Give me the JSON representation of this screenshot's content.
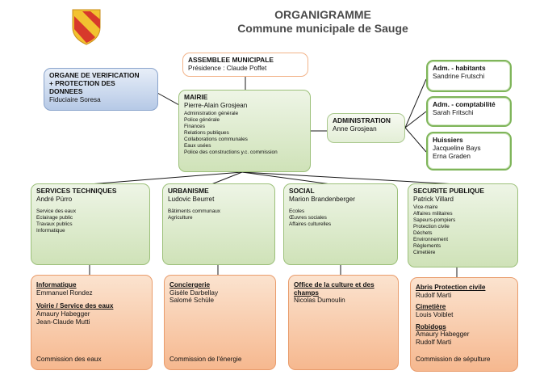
{
  "title": "ORGANIGRAMME",
  "subtitle": "Commune municipale de Sauge",
  "assemblee": {
    "title": "ASSEMBLEE MUNICIPALE",
    "sub": "Présidence : Claude Poffet"
  },
  "organe": {
    "title_lines": [
      "ORGANE DE VERIFICATION",
      "+ PROTECTION DES",
      "DONNEES"
    ],
    "sub": "Fiduciaire Soresa"
  },
  "mairie": {
    "title": "MAIRIE",
    "person": "Pierre-Alain Grosjean",
    "items": [
      "Administration générale",
      "Police générale",
      "Finances",
      "Relations publiques",
      "Collaborations communales",
      "Eaux usées",
      "Police des constructions y.c. commission"
    ]
  },
  "administration": {
    "title": "ADMINISTRATION",
    "person": "Anne Grosjean"
  },
  "admin_boxes": [
    {
      "title": "Adm. - habitants",
      "people": [
        "Sandrine Frutschi"
      ]
    },
    {
      "title": "Adm. - comptabilité",
      "people": [
        "Sarah Fritschi"
      ]
    },
    {
      "title": "Huissiers",
      "people": [
        "Jacqueline Bays",
        "Erna Graden"
      ]
    }
  ],
  "departments": [
    {
      "title": "SERVICES TECHNIQUES",
      "person": "André Pürro",
      "items": [
        "Service des eaux",
        "Eclairage public",
        "Travaux publics",
        "Informatique"
      ]
    },
    {
      "title": "URBANISME",
      "person": "Ludovic Beurret",
      "items": [
        "Bâtiments communaux",
        "Agriculture"
      ]
    },
    {
      "title": "SOCIAL",
      "person": "Marion Brandenberger",
      "items": [
        "Ecoles",
        "Œuvres sociales",
        "Affaires culturelles"
      ]
    },
    {
      "title": "SECURITE PUBLIQUE",
      "person": "Patrick Villard",
      "items": [
        "Vice-maire",
        "Affaires militaires",
        "Sapeurs-pompiers",
        "Protection civile",
        "Déchets",
        "Environnement",
        "Règlements",
        "Cimetière"
      ]
    }
  ],
  "sub_boxes": [
    {
      "groups": [
        {
          "heading": "Informatique",
          "people": [
            "Emmanuel Rondez"
          ]
        },
        {
          "heading": "Voirie / Service des eaux",
          "people": [
            "Amaury Habegger",
            "Jean-Claude Mutti"
          ]
        }
      ],
      "footer": "Commission des eaux"
    },
    {
      "groups": [
        {
          "heading": "Conciergerie",
          "people": [
            "Gisèle Darbellay",
            "Salomé Schüle"
          ]
        }
      ],
      "footer": "Commission de l'énergie"
    },
    {
      "groups": [
        {
          "heading": "Office de la culture et des champs",
          "people": [
            "Nicolas Dumoulin"
          ]
        }
      ],
      "footer": ""
    },
    {
      "groups": [
        {
          "heading": "Abris Protection civile",
          "people": [
            "Rudolf Marti"
          ]
        },
        {
          "heading": "Cimetière",
          "people": [
            "Louis Voiblet"
          ]
        },
        {
          "heading": "Robidogs",
          "people": [
            "Amaury Habegger",
            "Rudolf Marti"
          ]
        }
      ],
      "footer": "Commission de sépulture"
    }
  ],
  "colors": {
    "crest_red": "#d7392b",
    "crest_yellow": "#f2c230",
    "green_line": "#7fb55a",
    "connector": "#1a1a1a"
  }
}
